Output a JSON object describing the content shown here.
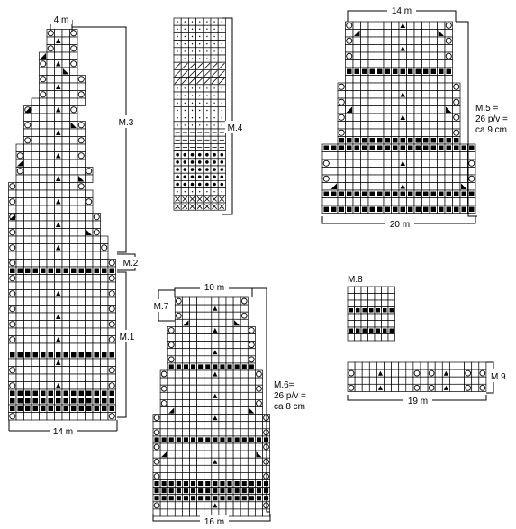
{
  "charts": {
    "m1_m3": {
      "top_label": "4 m",
      "label_upper": "M.3",
      "label_mid": "M.2",
      "label_lower": "M.1",
      "bottom_label": "14 m"
    },
    "m4": {
      "label": "M.4"
    },
    "m5": {
      "top_label": "14 m",
      "label_lines": [
        "M.5 =",
        "26 p/v =",
        "ca 9 cm"
      ],
      "bottom_label": "20 m"
    },
    "m6": {
      "top_label": "10 m",
      "label_top": "M.7",
      "label_lines": [
        "M.6=",
        "26 p/v =",
        "ca 8 cm"
      ],
      "bottom_label": "16 m"
    },
    "m8": {
      "label": "M.8"
    },
    "m9": {
      "label": "M.9",
      "bottom_label": "19 m"
    }
  }
}
